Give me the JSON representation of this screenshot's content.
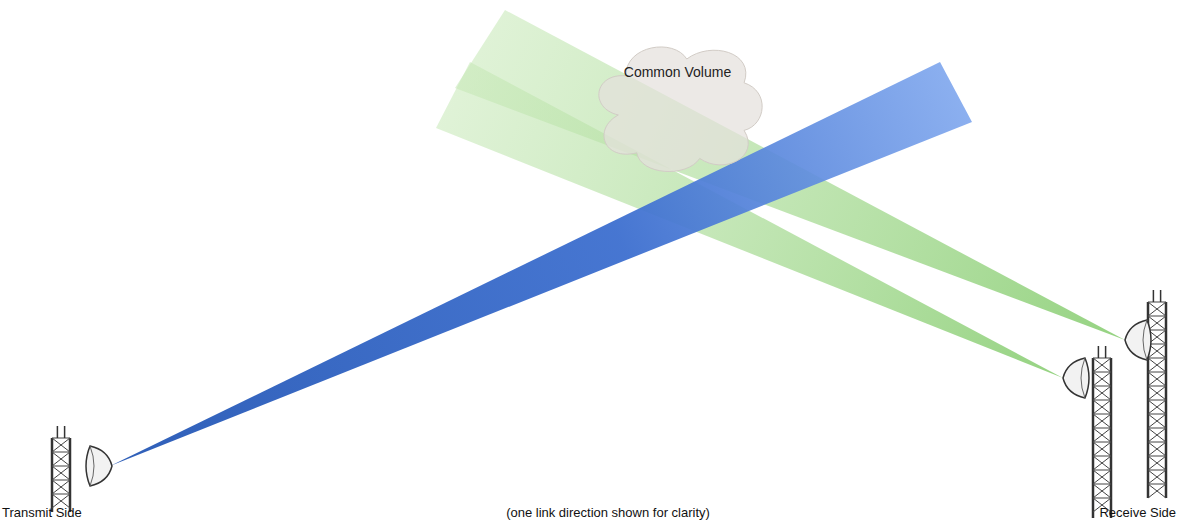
{
  "diagram": {
    "nodes": [
      {
        "text": [
          "Common Volume"
        ]
      }
    ],
    "labels": [
      "Transmit Side",
      "(one link direction shown for clarity)",
      "Receive Side"
    ]
  }
}
